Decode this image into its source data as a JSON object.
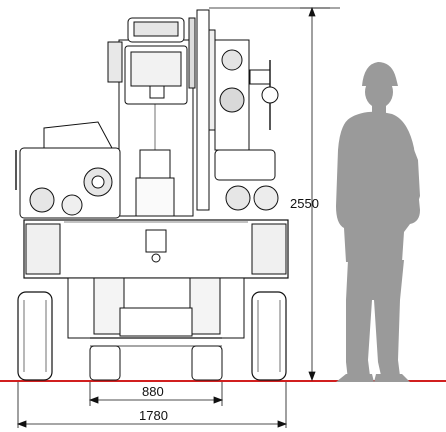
{
  "dimensions": {
    "height_label": "2550",
    "inner_width_label": "880",
    "outer_width_label": "1780"
  },
  "colors": {
    "ground_line": "#d11f1f",
    "machine_stroke": "#111111",
    "person_fill": "#9a9a9a"
  }
}
